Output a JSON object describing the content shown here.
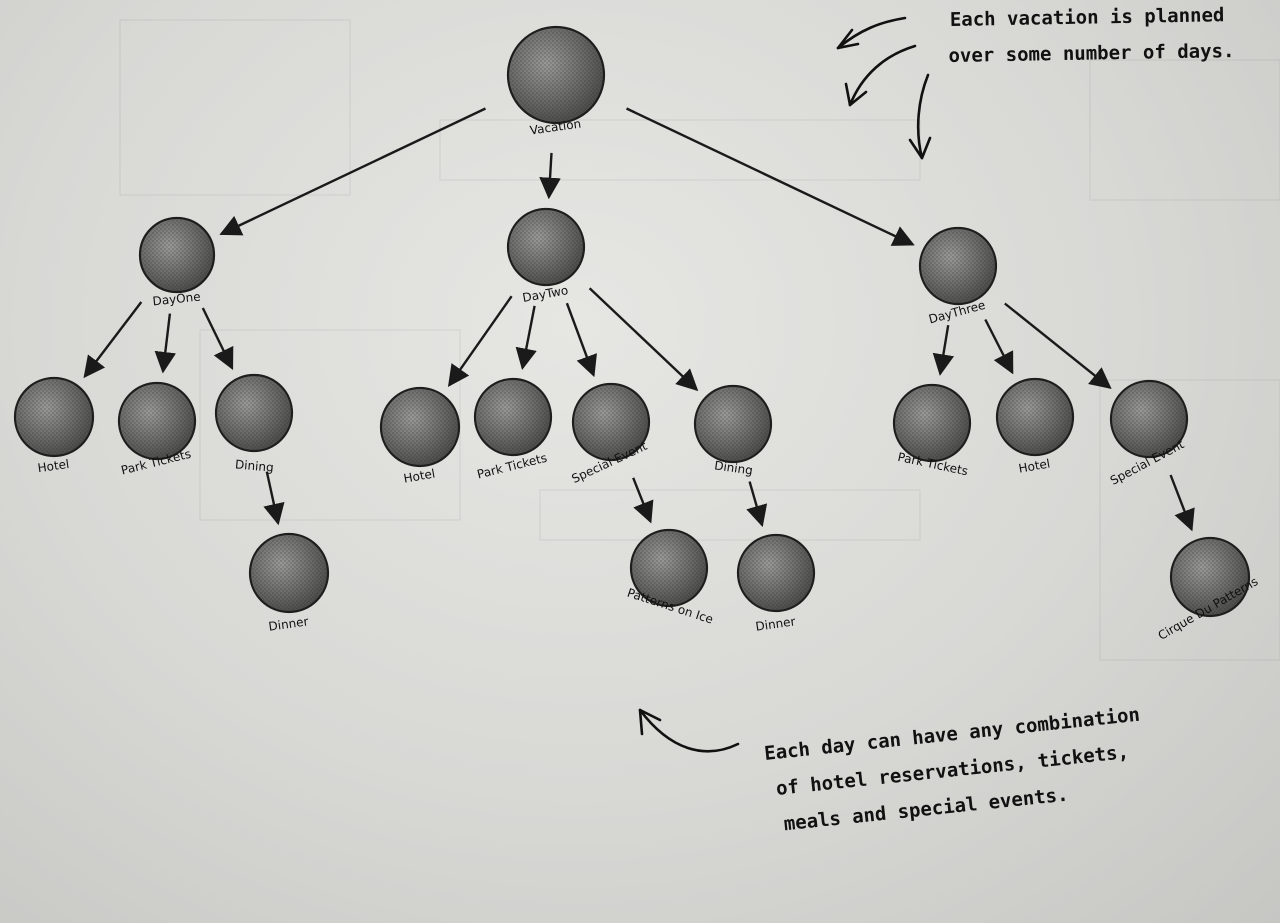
{
  "diagram": {
    "nodes": [
      {
        "id": "vacation",
        "label": "Vacation"
      },
      {
        "id": "d1",
        "label": "DayOne"
      },
      {
        "id": "d2",
        "label": "DayTwo"
      },
      {
        "id": "d3",
        "label": "DayThree"
      },
      {
        "id": "d1_hotel",
        "label": "Hotel"
      },
      {
        "id": "d1_park",
        "label": "Park Tickets"
      },
      {
        "id": "d1_dining",
        "label": "Dining"
      },
      {
        "id": "d1_dinner",
        "label": "Dinner"
      },
      {
        "id": "d2_hotel",
        "label": "Hotel"
      },
      {
        "id": "d2_park",
        "label": "Park Tickets"
      },
      {
        "id": "d2_special",
        "label": "Special Event"
      },
      {
        "id": "d2_dining",
        "label": "Dining"
      },
      {
        "id": "d2_patterns",
        "label": "Patterns on Ice"
      },
      {
        "id": "d2_dinner",
        "label": "Dinner"
      },
      {
        "id": "d3_park",
        "label": "Park Tickets"
      },
      {
        "id": "d3_hotel",
        "label": "Hotel"
      },
      {
        "id": "d3_special",
        "label": "Special Event"
      },
      {
        "id": "d3_cirque",
        "label": "Cirque Du Patterns"
      }
    ],
    "edges": [
      [
        "vacation",
        "d1"
      ],
      [
        "vacation",
        "d2"
      ],
      [
        "vacation",
        "d3"
      ],
      [
        "d1",
        "d1_hotel"
      ],
      [
        "d1",
        "d1_park"
      ],
      [
        "d1",
        "d1_dining"
      ],
      [
        "d1_dining",
        "d1_dinner"
      ],
      [
        "d2",
        "d2_hotel"
      ],
      [
        "d2",
        "d2_park"
      ],
      [
        "d2",
        "d2_special"
      ],
      [
        "d2",
        "d2_dining"
      ],
      [
        "d2_special",
        "d2_patterns"
      ],
      [
        "d2_dining",
        "d2_dinner"
      ],
      [
        "d3",
        "d3_park"
      ],
      [
        "d3",
        "d3_hotel"
      ],
      [
        "d3",
        "d3_special"
      ],
      [
        "d3_special",
        "d3_cirque"
      ]
    ]
  },
  "annotations": {
    "top": [
      "Each vacation is planned",
      "over some number of days."
    ],
    "bottom": [
      "Each day can have any combination",
      "of hotel reservations, tickets,",
      "meals and special events."
    ]
  }
}
